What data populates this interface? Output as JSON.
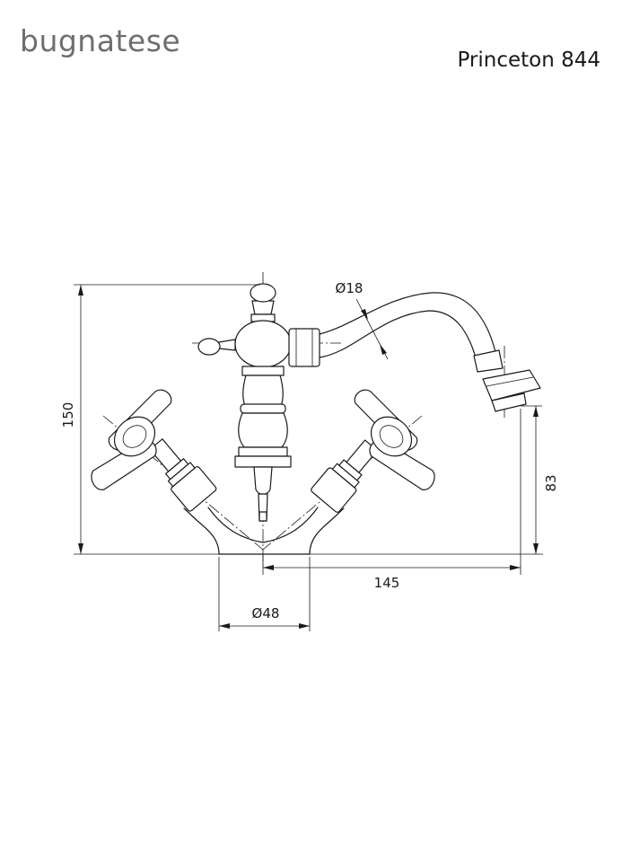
{
  "header": {
    "brand": "bugnatese",
    "model": "Princeton 844"
  },
  "dimensions": {
    "height_total": "150",
    "spout_height": "83",
    "spout_reach": "145",
    "base_diameter": "Ø48",
    "spout_diameter": "Ø18"
  }
}
